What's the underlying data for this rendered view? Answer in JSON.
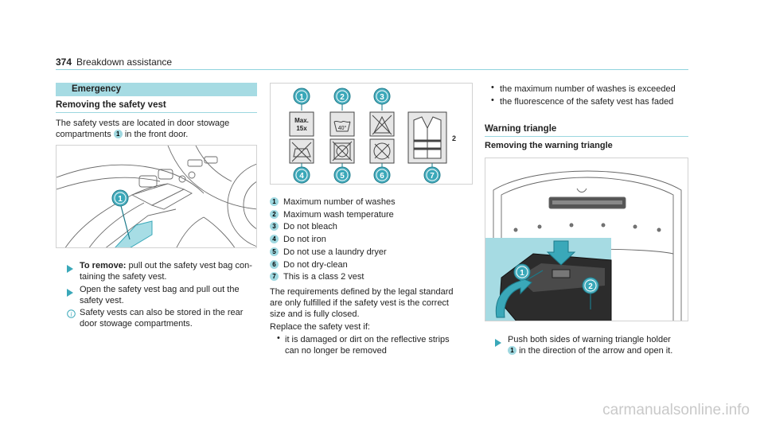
{
  "page": {
    "number": "374",
    "section": "Breakdown assistance"
  },
  "left": {
    "bar": "Emergency",
    "heading": "Removing the safety vest",
    "intro_a": "The safety vests are located in door stowage",
    "intro_b": "compartments",
    "intro_c": "in the front door.",
    "figure_callout": "1",
    "step1_bold": "To remove:",
    "step1_a": "pull out the safety vest bag con-",
    "step1_b": "taining the safety vest.",
    "step2_a": "Open the safety vest bag and pull out the",
    "step2_b": "safety vest.",
    "note_a": "Safety vests can also be stored in the rear",
    "note_b": "door stowage compartments."
  },
  "middle": {
    "symbols": {
      "maxwash_line1": "Max.",
      "maxwash_line2": "15x",
      "temp": "40°",
      "class_label": "2",
      "callouts": [
        "1",
        "2",
        "3",
        "4",
        "5",
        "6",
        "7"
      ]
    },
    "legend": [
      {
        "n": "1",
        "text": "Maximum number of washes"
      },
      {
        "n": "2",
        "text": "Maximum wash temperature"
      },
      {
        "n": "3",
        "text": "Do not bleach"
      },
      {
        "n": "4",
        "text": "Do not iron"
      },
      {
        "n": "5",
        "text": "Do not use a laundry dryer"
      },
      {
        "n": "6",
        "text": "Do not dry-clean"
      },
      {
        "n": "7",
        "text": "This is a class 2 vest"
      }
    ],
    "para1_a": "The requirements defined by the legal standard",
    "para1_b": "are only fulfilled if the safety vest is the correct",
    "para1_c": "size and is fully closed.",
    "para2": "Replace the safety vest if:",
    "bullet1_a": "it is damaged or dirt on the reflective strips",
    "bullet1_b": "can no longer be removed"
  },
  "right": {
    "bullet2": "the maximum number of washes is exceeded",
    "bullet3": "the fluorescence of the safety vest has faded",
    "heading": "Warning triangle",
    "subheading": "Removing the warning triangle",
    "figure_callouts": [
      "1",
      "2"
    ],
    "step_a": "Push both sides of warning triangle holder",
    "step_b_num": "1",
    "step_b": "in the direction of the arrow and open it."
  },
  "watermark": "carmanualsonline.info"
}
